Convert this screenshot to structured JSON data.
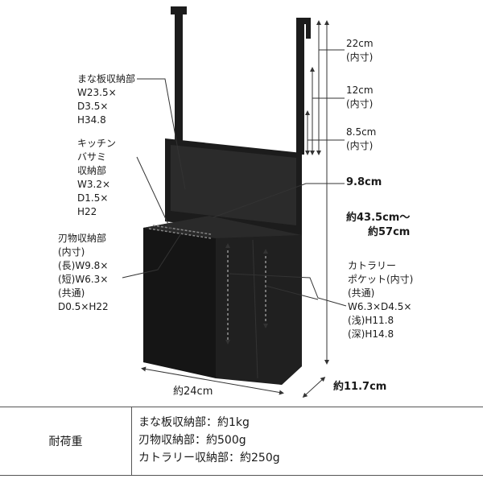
{
  "labels": {
    "board_storage": "まな板収納部\nW23.5×\nD3.5×\nH34.8",
    "scissors_storage": "キッチン\nバサミ\n収納部\nW3.2×\nD1.5×\nH22",
    "knife_storage": "刃物収納部\n(内寸)\n(長)W9.8×\n(短)W6.3×\n(共通)\nD0.5×H22",
    "inner_22": "22cm\n(内寸)",
    "inner_12": "12cm\n(内寸)",
    "inner_85": "8.5cm\n(内寸)",
    "depth_98": "9.8cm",
    "height_total": "約43.5cm〜\n約57cm",
    "cutlery_pocket": "カトラリー\nポケット(内寸)\n(共通)\nW6.3×D4.5×\n(浅)H11.8\n(深)H14.8",
    "width_24": "約24cm",
    "depth_117": "約11.7cm"
  },
  "load_table": {
    "header": "耐荷重",
    "rows": [
      "まな板収納部：約1kg",
      "刃物収納部：約500g",
      "カトラリー収納部：約250g"
    ]
  },
  "colors": {
    "product": "#1c1c1c",
    "line": "#333333"
  }
}
